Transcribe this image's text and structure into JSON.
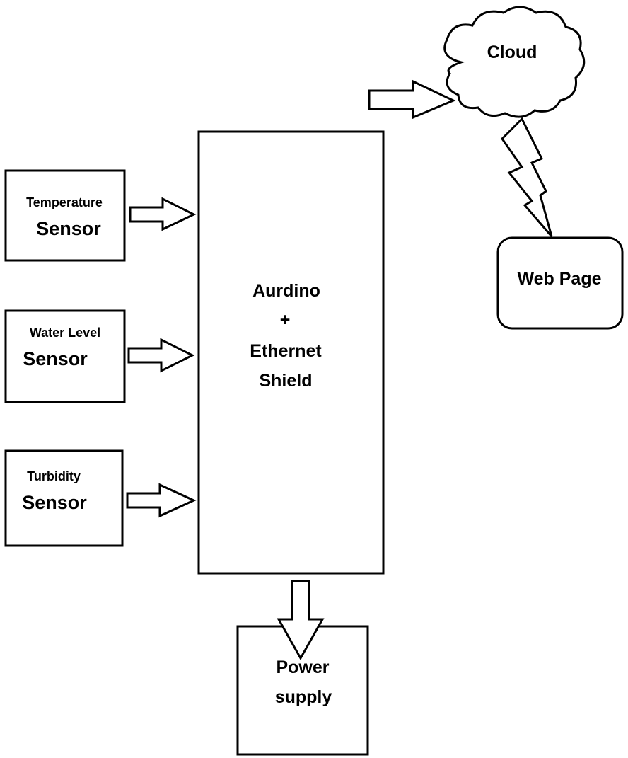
{
  "nodes": {
    "temperature_sensor": {
      "line1": "Temperature",
      "line2": "Sensor"
    },
    "water_level_sensor": {
      "line1": "Water Level",
      "line2": "Sensor"
    },
    "turbidity_sensor": {
      "line1": "Turbidity",
      "line2": "Sensor"
    },
    "controller": {
      "line1": "Aurdino",
      "line2": "+",
      "line3": "Ethernet",
      "line4": "Shield"
    },
    "power_supply": {
      "line1": "Power",
      "line2": "supply"
    },
    "cloud": {
      "label": "Cloud"
    },
    "web_page": {
      "label": "Web Page"
    }
  },
  "edges": [
    {
      "from": "Temperature Sensor",
      "to": "Aurdino + Ethernet Shield",
      "style": "hollow-arrow"
    },
    {
      "from": "Water Level Sensor",
      "to": "Aurdino + Ethernet Shield",
      "style": "hollow-arrow"
    },
    {
      "from": "Turbidity Sensor",
      "to": "Aurdino + Ethernet Shield",
      "style": "hollow-arrow"
    },
    {
      "from": "Aurdino + Ethernet Shield",
      "to": "Power supply",
      "style": "hollow-arrow"
    },
    {
      "from": "Aurdino + Ethernet Shield",
      "to": "Cloud",
      "style": "hollow-arrow"
    },
    {
      "from": "Cloud",
      "to": "Web Page",
      "style": "lightning-bolt"
    }
  ],
  "colors": {
    "stroke": "#000000",
    "fill": "#ffffff",
    "text": "#000000"
  }
}
